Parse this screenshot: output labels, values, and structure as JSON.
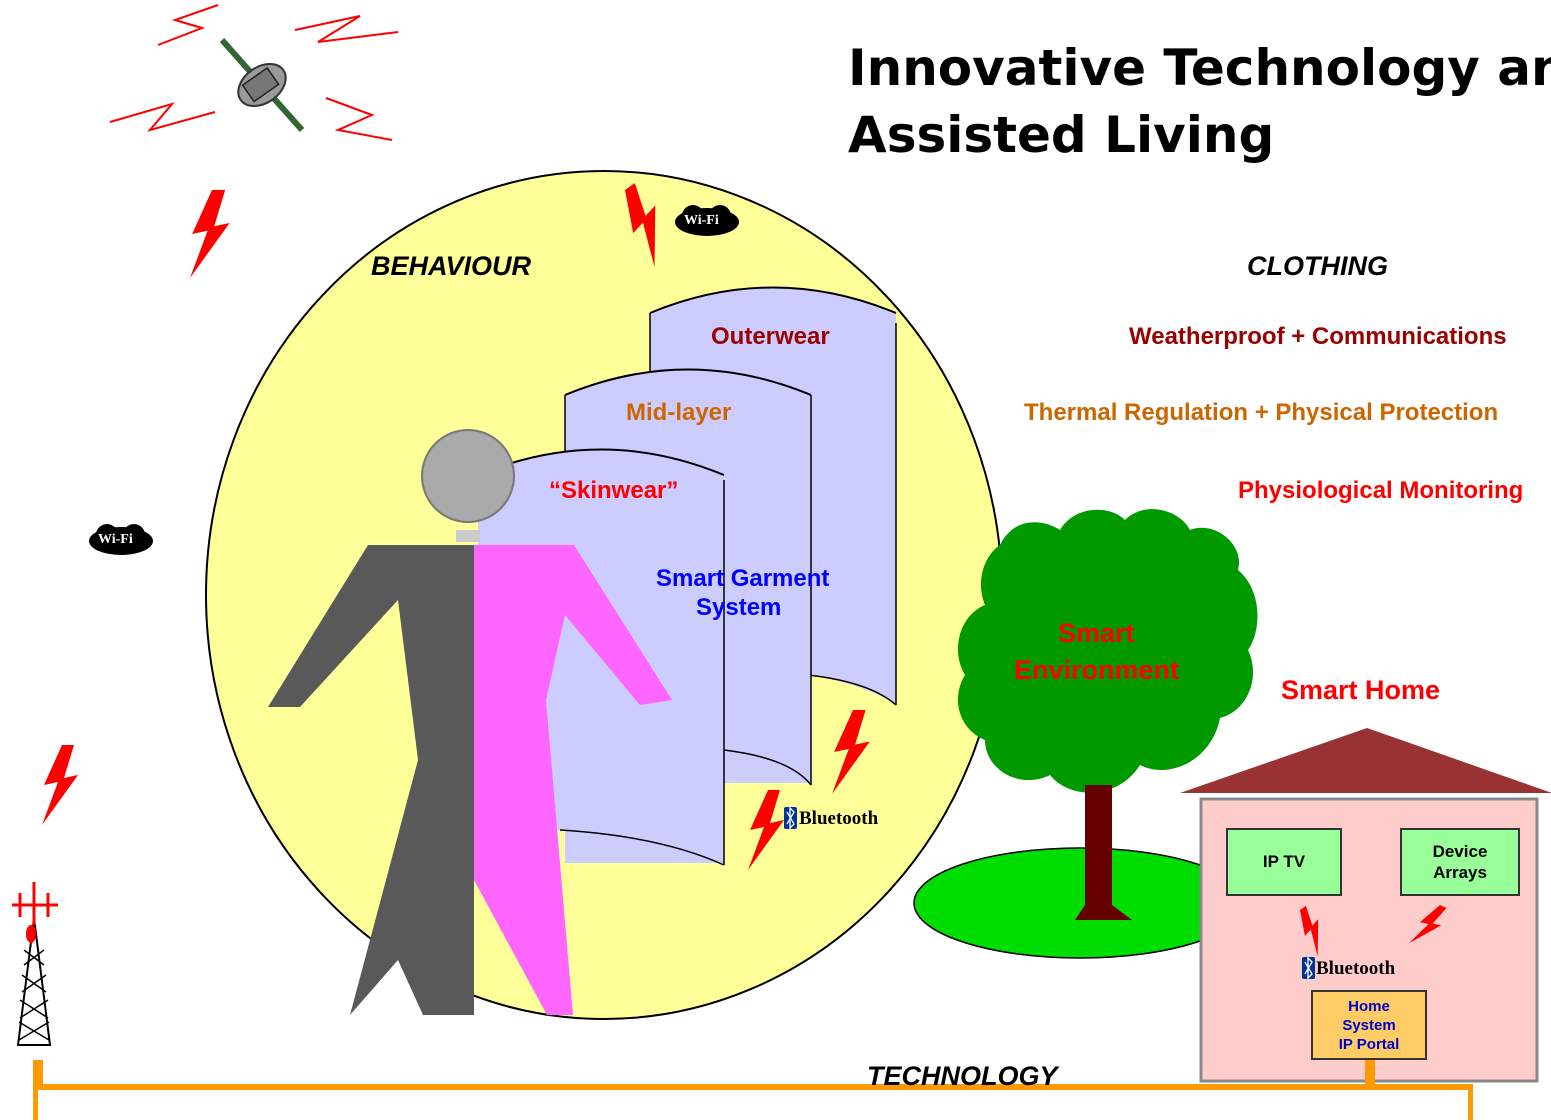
{
  "title": {
    "line1": "Innovative Technology and",
    "line2": "Assisted Living"
  },
  "sections": {
    "behaviour": "BEHAVIOUR",
    "clothing": "CLOTHING",
    "technology": "TECHNOLOGY"
  },
  "layers": {
    "outerwear": "Outerwear",
    "mid_layer": "Mid-layer",
    "skinwear": "“Skinwear”",
    "smart_garment_line1": "Smart Garment",
    "smart_garment_line2": "System"
  },
  "clothing_functions": {
    "outerwear": "Weatherproof + Communications",
    "mid_layer": "Thermal Regulation + Physical Protection",
    "skinwear": "Physiological Monitoring"
  },
  "environment": {
    "line1": "Smart",
    "line2": "Environment"
  },
  "home": {
    "title": "Smart Home",
    "ip_tv": "IP TV",
    "device_arrays_line1": "Device",
    "device_arrays_line2": "Arrays",
    "portal_line1": "Home",
    "portal_line2": "System",
    "portal_line3": "IP Portal"
  },
  "wireless": {
    "wifi": "Wi-Fi",
    "bluetooth": "Bluetooth"
  },
  "colors": {
    "ellipse": "#ffff99",
    "garment": "#ccccff",
    "outerwear": "#990000",
    "mid_layer": "#cc6600",
    "skinwear": "#ff0000",
    "smart_garment": "#0000ff",
    "man": "#595959",
    "woman": "#ff66ff",
    "tree": "#009900",
    "lawn": "#00dd00",
    "house_wall": "#ffcccc",
    "roof": "#993333",
    "screen_box": "#99ff99",
    "portal_box": "#ffcc66",
    "bus": "#ff9900",
    "lightning": "#ff0000"
  }
}
